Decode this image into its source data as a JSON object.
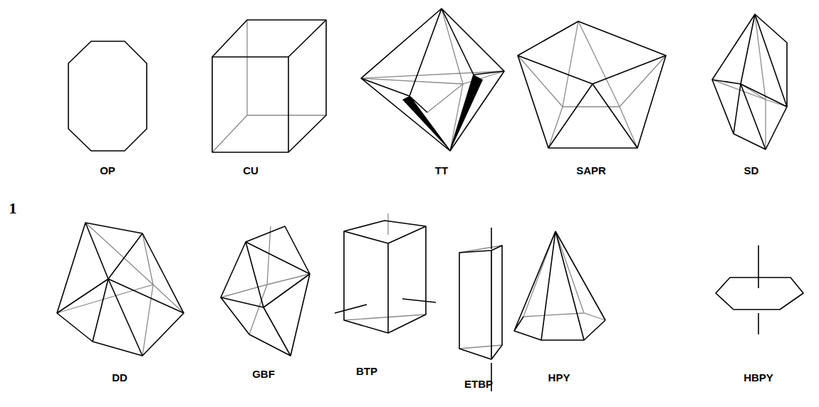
{
  "diagram": {
    "labels": [
      "OP",
      "CU",
      "TT",
      "SAPR",
      "SD",
      "1",
      "DD",
      "GBF",
      "BTP",
      "ETBP",
      "HPY",
      "HBPY"
    ]
  }
}
